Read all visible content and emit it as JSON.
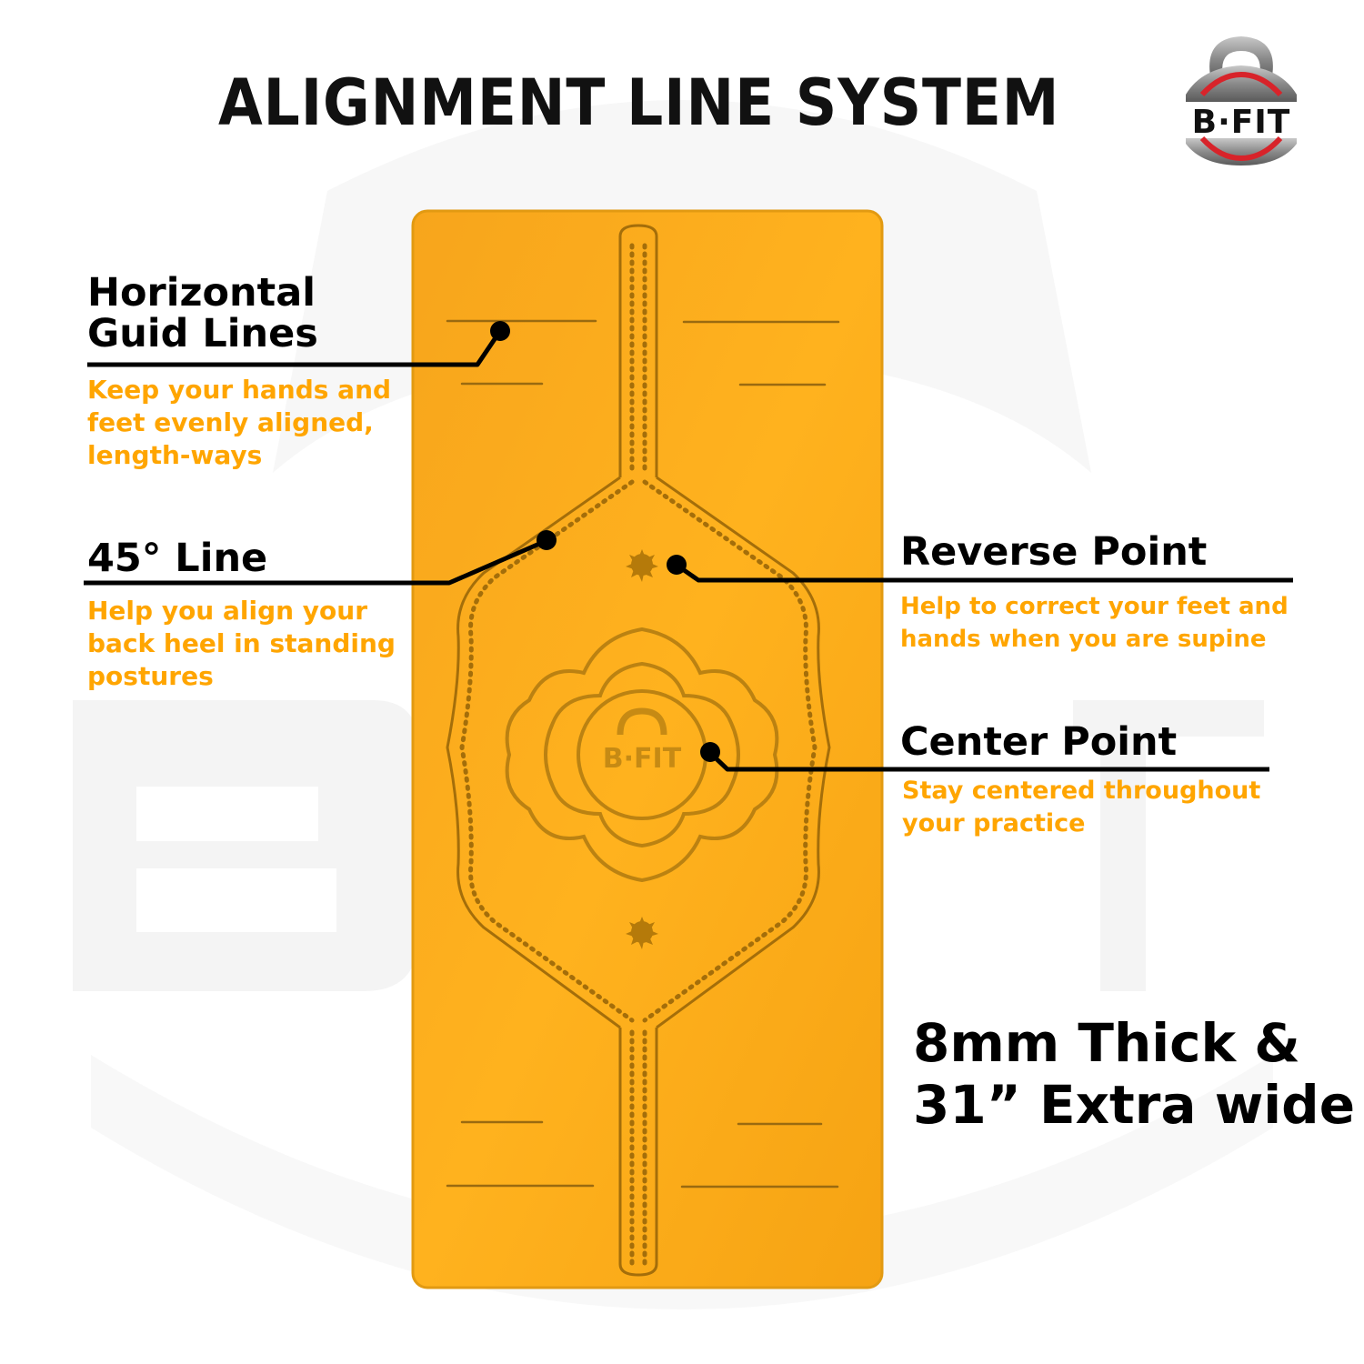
{
  "header": {
    "title": "ALIGNMENT LINE SYSTEM",
    "logo_text": "B·FIT"
  },
  "colors": {
    "heading": "#000000",
    "description": "#FFA500",
    "mat": "#FFAA1A",
    "mat_emboss": "#B57A00",
    "logo_red": "#D8232A",
    "logo_silver": "#8E8E8E"
  },
  "callouts": [
    {
      "id": "horizontal-guide-lines",
      "heading_lines": [
        "Horizontal",
        "Guid Lines"
      ],
      "description_lines": [
        "Keep your hands and",
        "feet evenly aligned,",
        "length-ways"
      ]
    },
    {
      "id": "45-degree-line",
      "heading": "45° Line",
      "description_lines": [
        "Help you align your",
        "back heel in standing",
        "postures"
      ]
    },
    {
      "id": "reverse-point",
      "heading": "Reverse Point",
      "description_lines": [
        "Help to correct your feet and",
        "hands when you are supine"
      ]
    },
    {
      "id": "center-point",
      "heading": "Center Point",
      "description_lines": [
        "Stay centered throughout",
        "your practice"
      ]
    }
  ],
  "spec": {
    "line1": "8mm Thick &",
    "line2": "31” Extra wide"
  },
  "mat": {
    "emblem_text": "B·FIT"
  }
}
